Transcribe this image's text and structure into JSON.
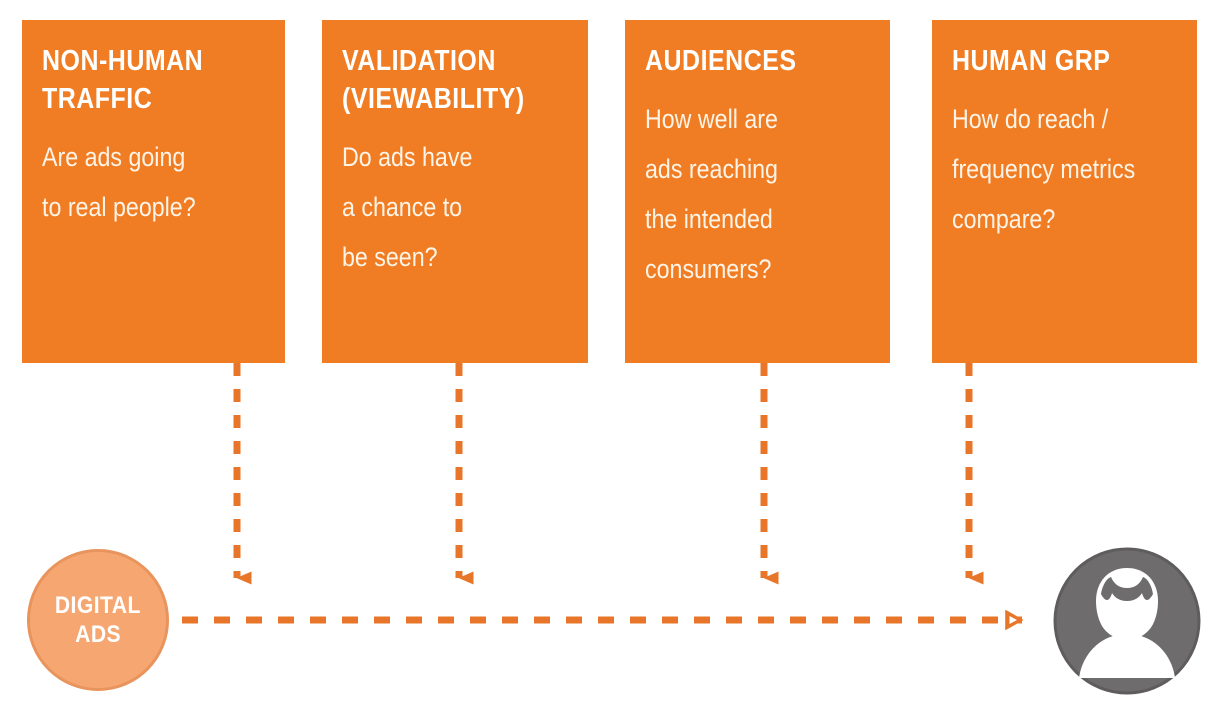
{
  "diagram": {
    "title": "Digital ad measurement questions flow",
    "colors": {
      "card_orange": "#F07D23",
      "arrow_orange": "#E8762A",
      "circle_fill": "#F6A771",
      "circle_border": "#E8945C",
      "avatar_gray": "#6E6C6D",
      "background": "#FFFFFF",
      "title_text": "#FFFFFF",
      "body_text": "#FDF4E8"
    },
    "cards": [
      {
        "title": "NON-HUMAN\nTRAFFIC",
        "body": "Are ads going\nto real people?"
      },
      {
        "title": "VALIDATION\n(VIEWABILITY)",
        "body": "Do ads have\na chance to\nbe seen?"
      },
      {
        "title": "AUDIENCES",
        "body": "How well are\nads reaching\nthe intended\nconsumers?"
      },
      {
        "title": "HUMAN GRP",
        "body": "How do reach /\nfrequency metrics\ncompare?"
      }
    ],
    "source_node": {
      "line1": "DIGITAL",
      "line2": "ADS"
    },
    "target_node": {
      "icon": "person-icon"
    },
    "connectors": {
      "vertical_count": 4,
      "horizontal_label": ""
    }
  }
}
